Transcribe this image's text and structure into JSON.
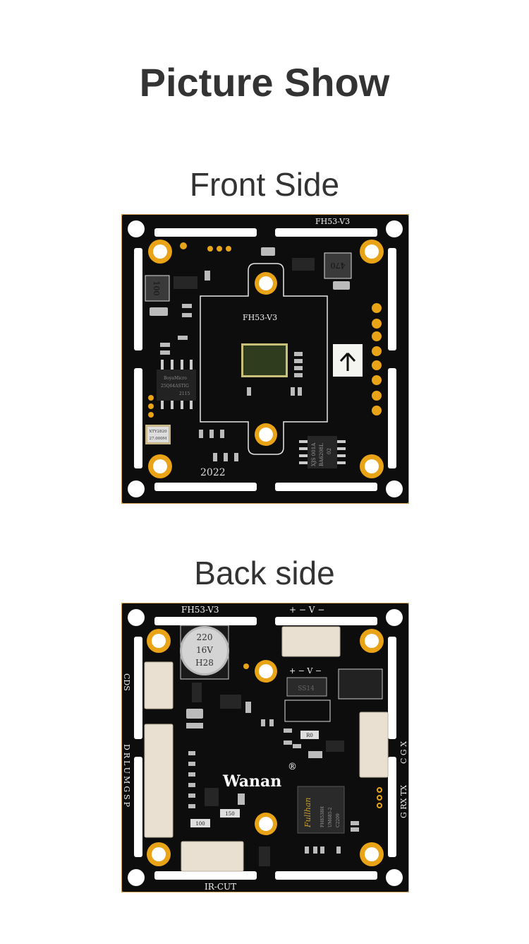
{
  "page": {
    "title": "Picture Show",
    "front_label": "Front Side",
    "back_label": "Back side"
  },
  "front_board": {
    "silkscreen_top": "FH53-V3",
    "silkscreen_center": "FH53-V3",
    "inductor_left": "100",
    "inductor_right": "470",
    "flash_chip": [
      "BoyaMicro",
      "25Q64ASTIG",
      "2115"
    ],
    "crystal": [
      "XTY2820",
      "27.000M"
    ],
    "driver_chip": [
      "XJS 001A",
      "BA6208L",
      "02"
    ],
    "date_code": "2022"
  },
  "back_board": {
    "silkscreen_top": "FH53-V3",
    "power_label": "+ − V −",
    "power_label_inner": "+ − V −",
    "capacitor": [
      "220",
      "16V",
      "H28"
    ],
    "diode": "SS14",
    "brand": "Wanan",
    "registered": "®",
    "soc_chip": [
      "Fullhan",
      "FH8538H",
      "UM685-2",
      "C2209"
    ],
    "resistor_1": "150",
    "resistor_2": "100",
    "resistor_3": "R0",
    "left_label_cds": "CDS",
    "left_label_pins": "DRLUMGSP",
    "right_label_cgx": "C G X",
    "right_label_uart": "G RX TX",
    "bottom_label": "IR-CUT"
  },
  "colors": {
    "pcb": "#0d0d0d",
    "gold": "#e8a317",
    "silk": "#f2f2f2",
    "sensor": "#2f3d1e",
    "connector": "#e9e0d2"
  }
}
